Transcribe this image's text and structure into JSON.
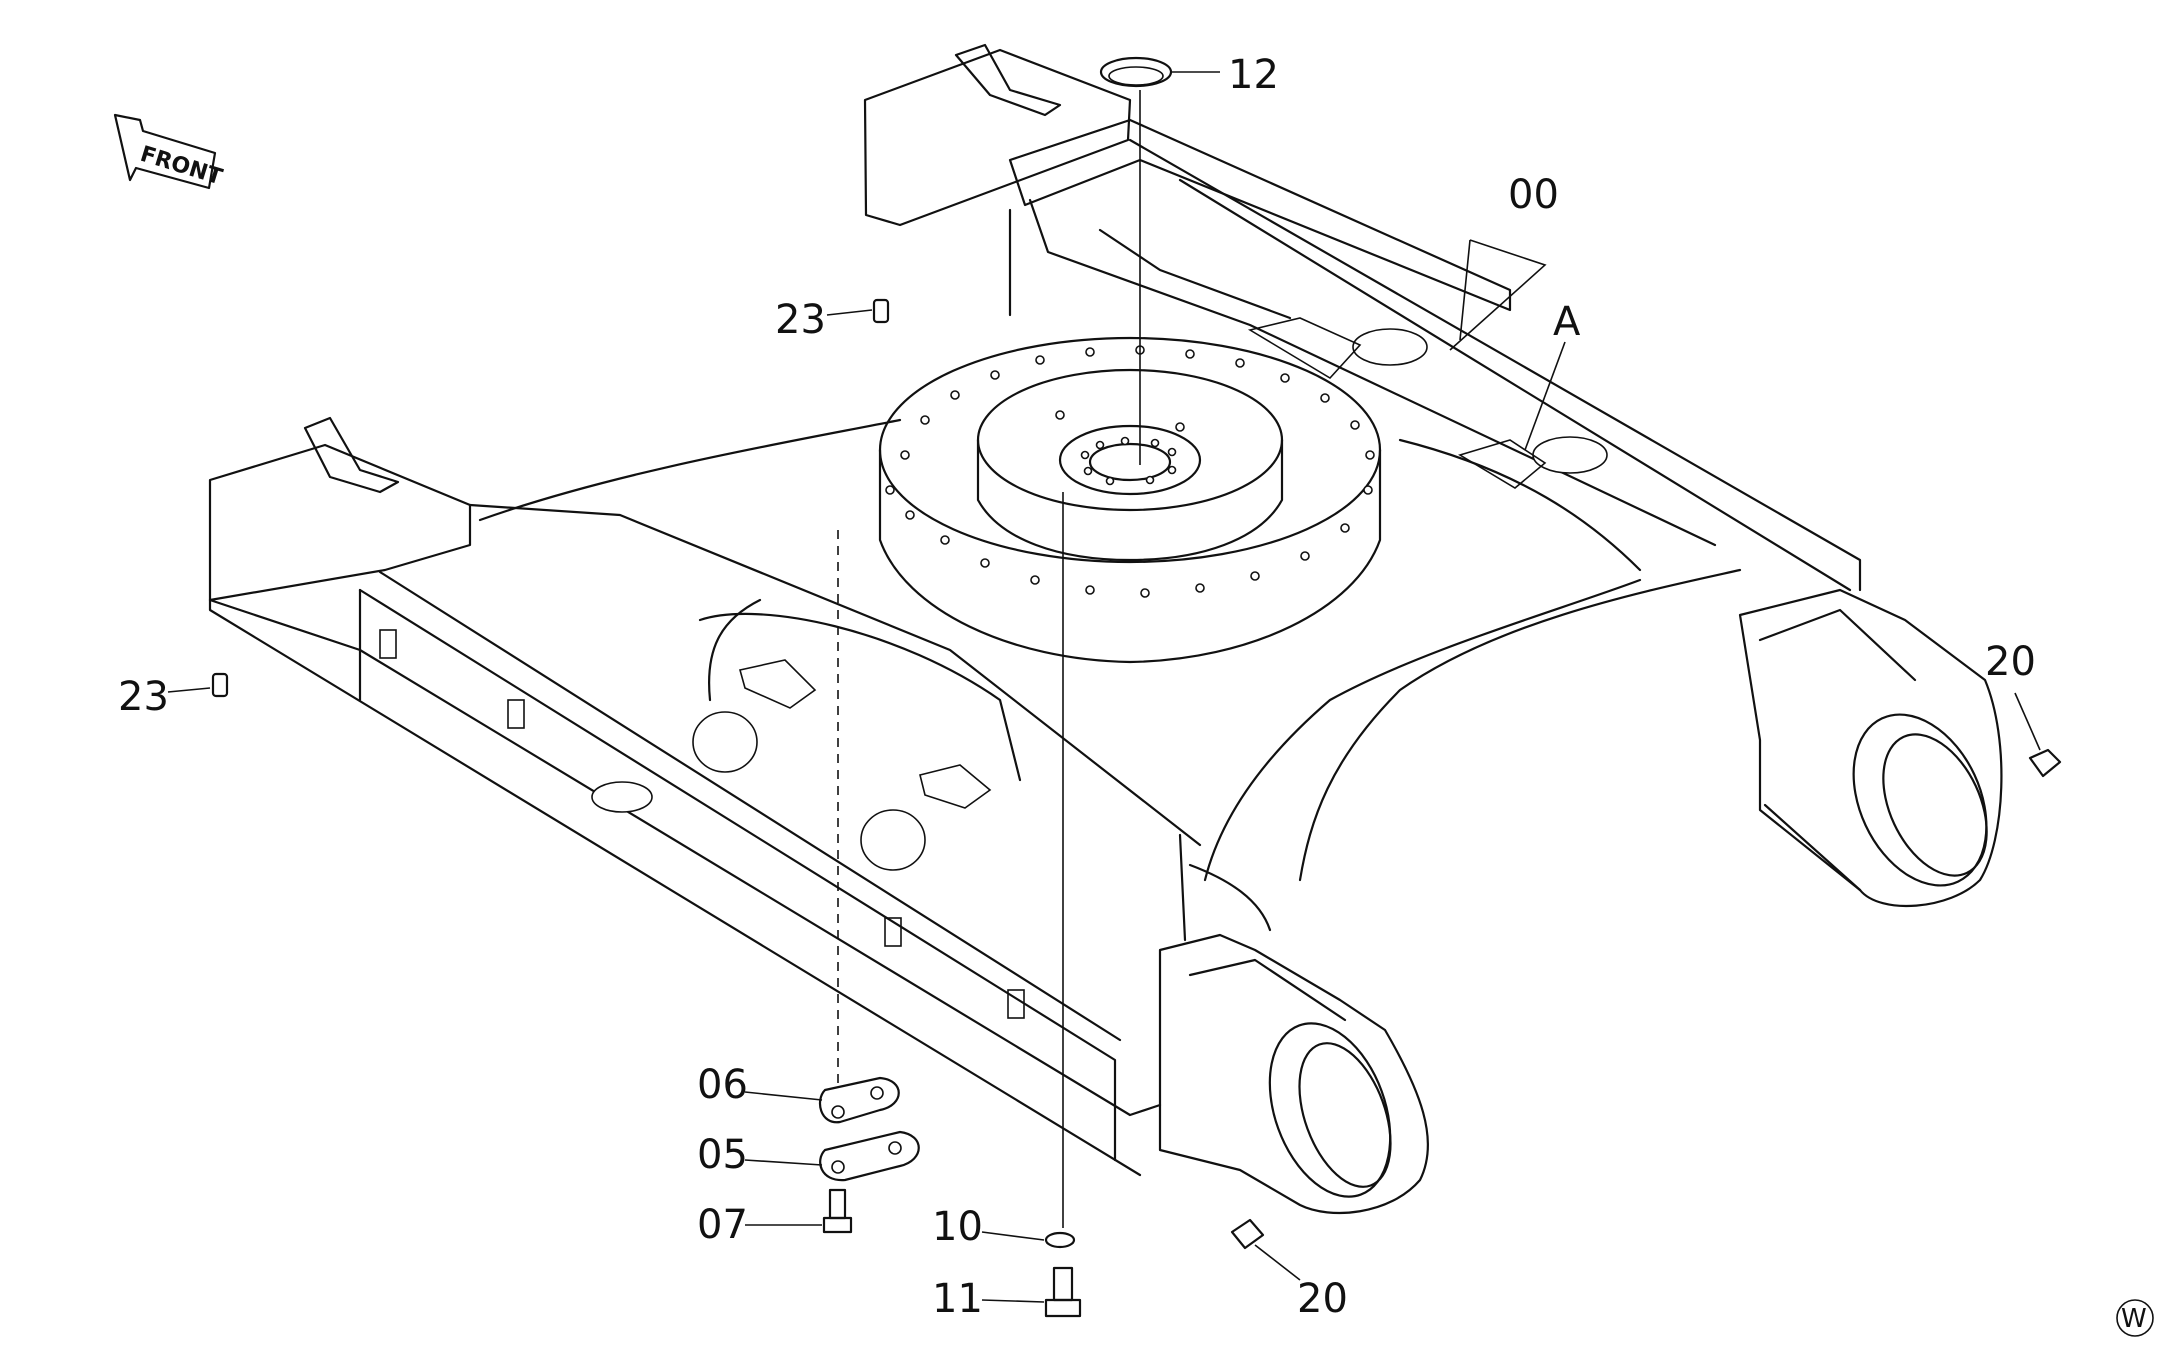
{
  "front_arrow": {
    "label": "FRONT"
  },
  "corner_mark": {
    "label": "W"
  },
  "callouts": {
    "c12": "12",
    "c00": "00",
    "cA": "A",
    "c23a": "23",
    "c23b": "23",
    "c20a": "20",
    "c20b": "20",
    "c06": "06",
    "c05": "05",
    "c07": "07",
    "c10": "10",
    "c11": "11"
  }
}
